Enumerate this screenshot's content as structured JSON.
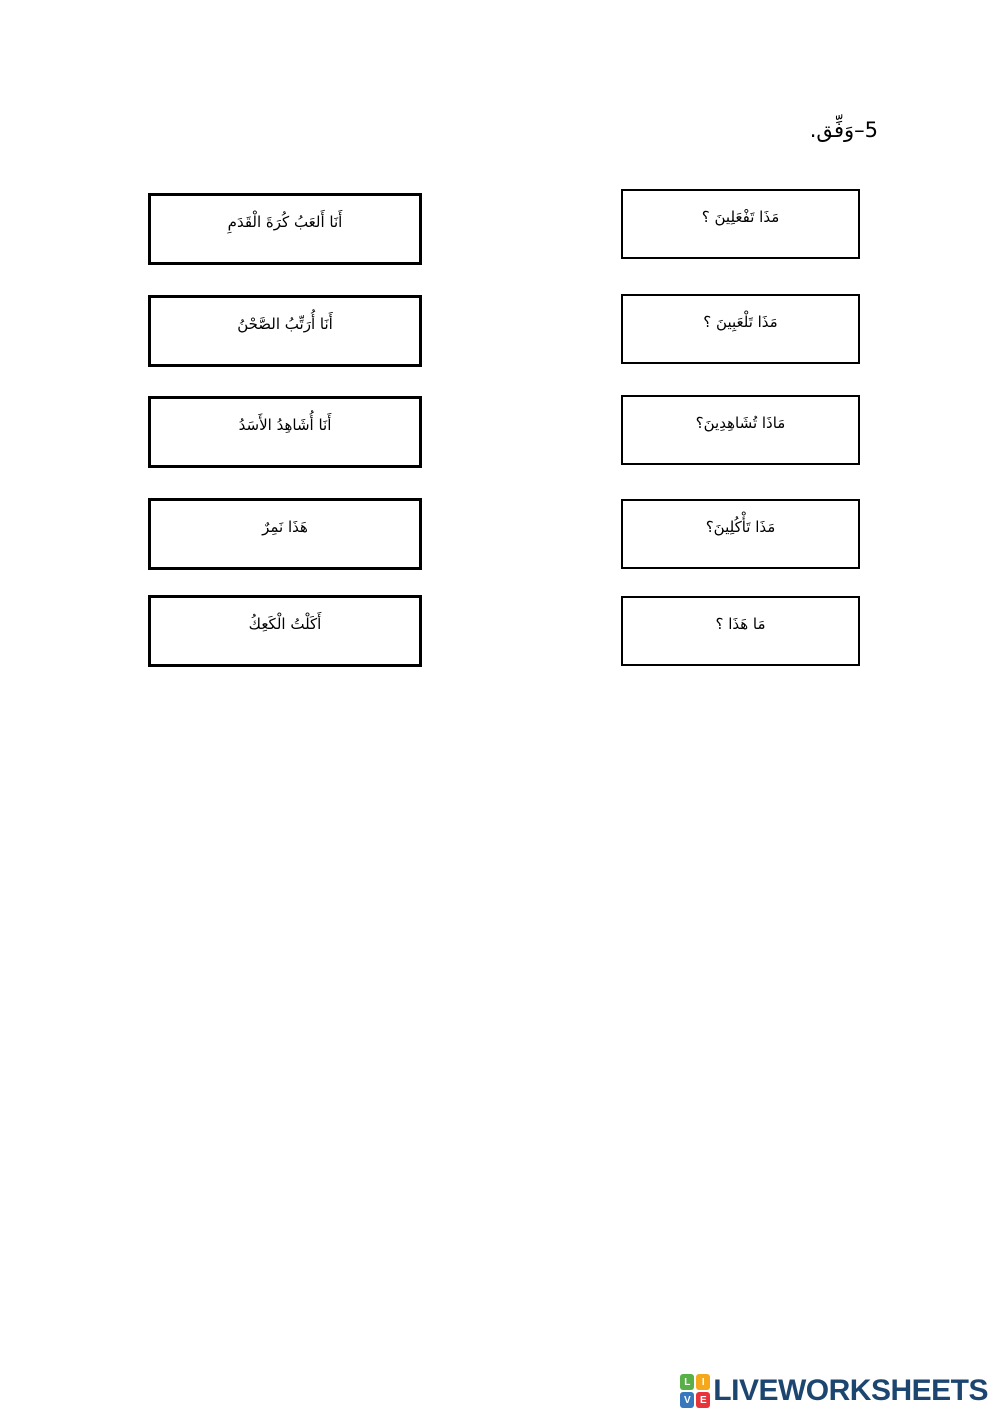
{
  "title": "5–وَفِّق.",
  "answers": {
    "items": [
      {
        "text": "أَنَا أَلعَبُ كُرَةَ الْقَدَمِ"
      },
      {
        "text": "أَنَا أُرَتِّبُ الصَّحْنُ"
      },
      {
        "text": "أَنَا أُشَاهِدُ الأَسَدُ"
      },
      {
        "text": "هَذَا نَمِرٌ"
      },
      {
        "text": "أَكَلْتُ الْكَعِكُ"
      }
    ]
  },
  "questions": {
    "items": [
      {
        "text": "مَذَا تَفْعَلِينَ ؟"
      },
      {
        "text": "مَذَا تَلْعَبِينَ ؟"
      },
      {
        "text": "مَاذَا تُشَاهِدِينَ؟"
      },
      {
        "text": "مَذَا تَأْكُلِينَ؟"
      },
      {
        "text": "مَا هَذَا ؟"
      }
    ]
  },
  "footer": {
    "brand": "LIVEWORKSHEETS",
    "brand_color": "#1c4670",
    "tiles": [
      {
        "letter": "L",
        "color": "#58b047"
      },
      {
        "letter": "I",
        "color": "#f6a81c"
      },
      {
        "letter": "V",
        "color": "#3778bc"
      },
      {
        "letter": "E",
        "color": "#e8333a"
      }
    ]
  }
}
